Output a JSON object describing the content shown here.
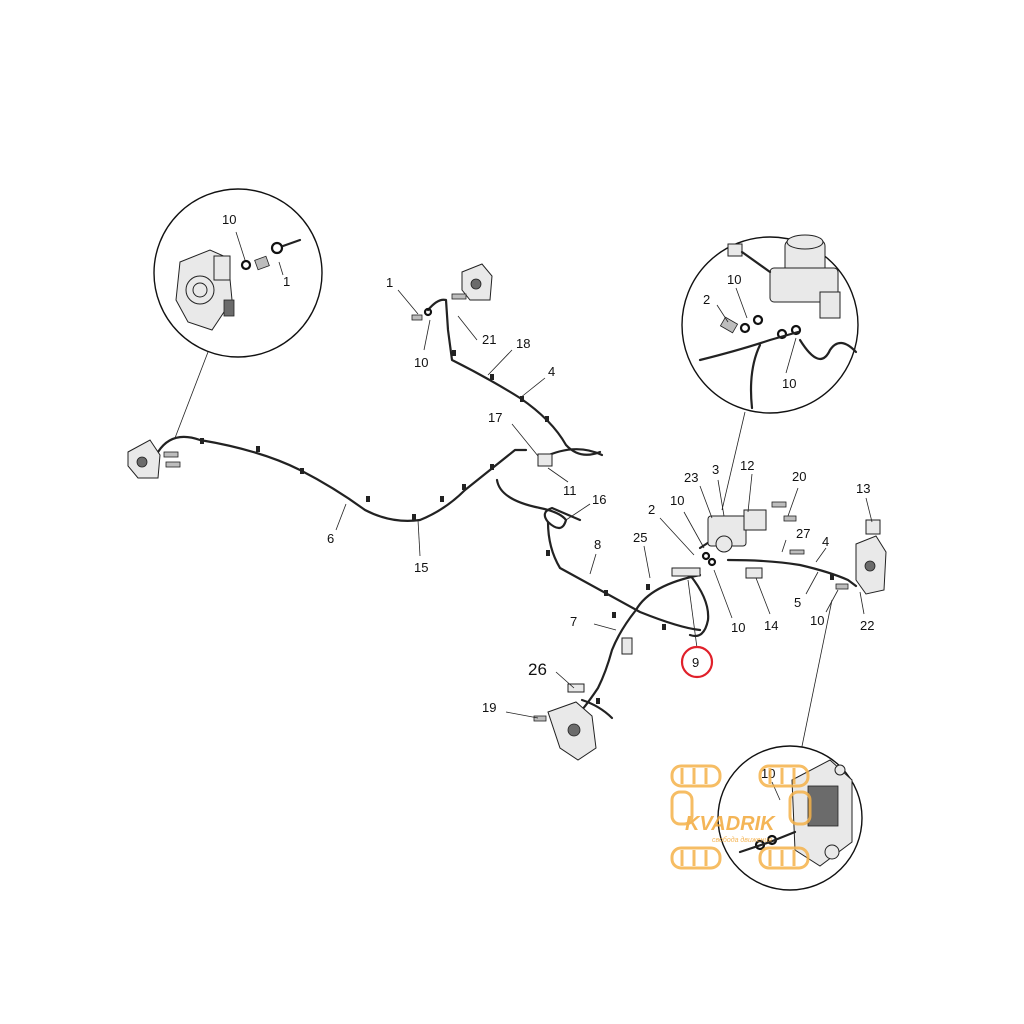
{
  "diagram": {
    "callouts": [
      {
        "id": "c-10-d1",
        "text": "10"
      },
      {
        "id": "c-1-d1",
        "text": "1"
      },
      {
        "id": "c-1",
        "text": "1"
      },
      {
        "id": "c-10-a",
        "text": "10"
      },
      {
        "id": "c-21",
        "text": "21"
      },
      {
        "id": "c-18",
        "text": "18"
      },
      {
        "id": "c-4-a",
        "text": "4"
      },
      {
        "id": "c-17",
        "text": "17"
      },
      {
        "id": "c-11",
        "text": "11"
      },
      {
        "id": "c-16",
        "text": "16"
      },
      {
        "id": "c-6",
        "text": "6"
      },
      {
        "id": "c-15",
        "text": "15"
      },
      {
        "id": "c-8",
        "text": "8"
      },
      {
        "id": "c-2-a",
        "text": "2"
      },
      {
        "id": "c-10-b",
        "text": "10"
      },
      {
        "id": "c-23",
        "text": "23"
      },
      {
        "id": "c-3",
        "text": "3"
      },
      {
        "id": "c-12",
        "text": "12"
      },
      {
        "id": "c-20",
        "text": "20"
      },
      {
        "id": "c-13",
        "text": "13"
      },
      {
        "id": "c-25",
        "text": "25"
      },
      {
        "id": "c-27",
        "text": "27"
      },
      {
        "id": "c-4-b",
        "text": "4"
      },
      {
        "id": "c-5",
        "text": "5"
      },
      {
        "id": "c-10-c",
        "text": "10"
      },
      {
        "id": "c-22",
        "text": "22"
      },
      {
        "id": "c-7",
        "text": "7"
      },
      {
        "id": "c-10-d",
        "text": "10"
      },
      {
        "id": "c-14",
        "text": "14"
      },
      {
        "id": "c-9",
        "text": "9"
      },
      {
        "id": "c-26",
        "text": "26"
      },
      {
        "id": "c-19",
        "text": "19"
      },
      {
        "id": "c-2-d2",
        "text": "2"
      },
      {
        "id": "c-10-d2a",
        "text": "10"
      },
      {
        "id": "c-10-d2b",
        "text": "10"
      },
      {
        "id": "c-10-d3",
        "text": "10"
      }
    ],
    "highlighted_callout": "9",
    "highlight_color": "#e0202a"
  },
  "watermark": {
    "brand": "KVADRIK",
    "tagline": "свобода движения",
    "color": "#f3a93a"
  }
}
